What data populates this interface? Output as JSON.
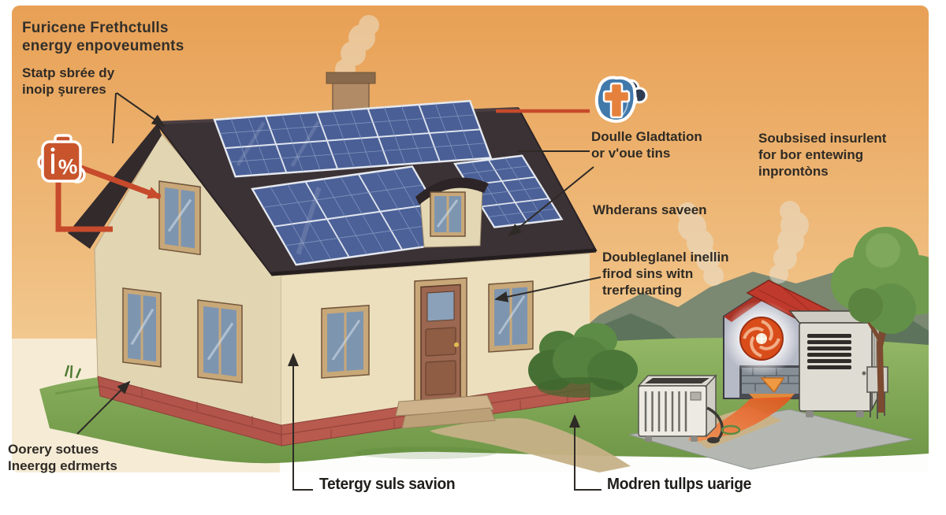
{
  "title": {
    "line1": "Furicene Frethctulls",
    "line2": "energy enpoveuments"
  },
  "callouts": {
    "roof": {
      "line1": "Statp sbrée dy",
      "line2": "inoip şureres"
    },
    "glazing": {
      "line1": "Doulle Gladtation",
      "line2": "or v'oue tins"
    },
    "subsidy": {
      "line1": "Soubsised insurlent",
      "line2": "for bor entewing",
      "line3": "inprontòns"
    },
    "savings": {
      "line1": "Whderans saveen"
    },
    "windows": {
      "line1": "Doubleglanel inellin",
      "line2": "firod sins witn",
      "line3": "trerfeuarting"
    },
    "foundation": {
      "line1": "Oorery sotues",
      "line2": "Ineergg edrmerts"
    },
    "energy_saving": {
      "line1": "Tetergy suls savion"
    },
    "heat_pump": {
      "line1": "Modren tullps uarige"
    }
  },
  "icons": {
    "percent_tag": "percent-tag-icon",
    "percent_symbol": "%",
    "glazing_badge": "plaster-cross-icon"
  },
  "colors": {
    "sky_top": "#e8a055",
    "sky_bottom": "#f6dcab",
    "accent_red": "#c64a2b",
    "callout_black": "#2e2a26",
    "badge_orange": "#c8542c",
    "badge_blue": "#4179ab",
    "roof_dark": "#3b3236",
    "solar_blue": "#4a5f96",
    "wall_cream": "#ecdfbd",
    "brick_red": "#b5564a",
    "grass_green": "#7ba24f",
    "heat_glow": "#d94d1b"
  }
}
